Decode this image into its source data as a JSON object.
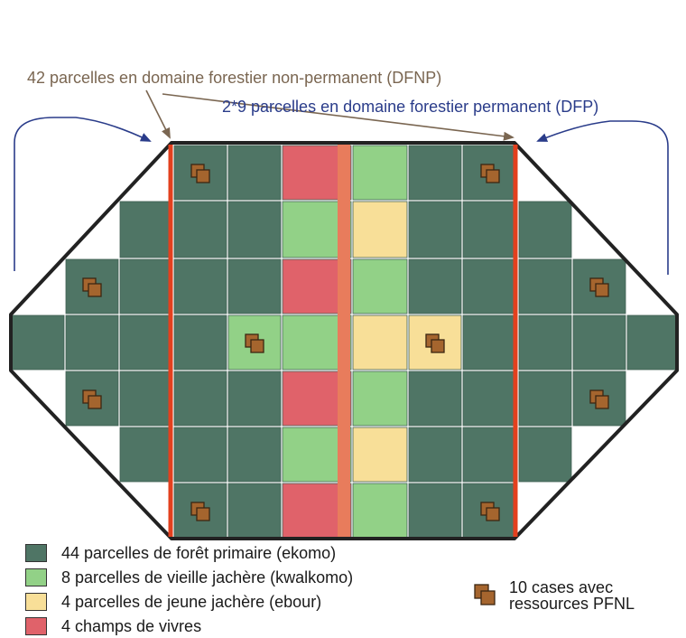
{
  "annotations": {
    "dfnp": "42 parcelles en domaine forestier non-permanent (DFNP)",
    "dfp": "2*9 parcelles en domaine forestier permanent (DFP)"
  },
  "legend": [
    {
      "label": "44 parcelles de forêt primaire (ekomo)",
      "key": "ekomo"
    },
    {
      "label": "8 parcelles de vieille jachère (kwalkomo)",
      "key": "kwalkomo"
    },
    {
      "label": "4 parcelles de jeune jachère (ebour)",
      "key": "ebour"
    },
    {
      "label": "4 champs de vivres",
      "key": "vivres"
    }
  ],
  "pfnl_legend": {
    "line1": "10 cases avec",
    "line2": "ressources PFNL"
  },
  "colors": {
    "ekomo": "#4f7565",
    "kwalkomo": "#92d187",
    "ebour": "#f8df98",
    "vivres": "#e0626a",
    "separator": "#e87c5c",
    "dfp_border": "#e3401e",
    "annotation_dfnp": "#7a6651",
    "annotation_dfp": "#2a3c8a",
    "pfnl_fill": "#a5652e",
    "outline": "#222222"
  },
  "grid": {
    "rows": [
      [
        "-",
        "-",
        "-",
        "E",
        "E",
        "V",
        "K",
        "E",
        "E",
        "-",
        "-",
        "-"
      ],
      [
        "-",
        "-",
        "E",
        "E",
        "E",
        "K",
        "B",
        "E",
        "E",
        "E",
        "-",
        "-"
      ],
      [
        "-",
        "E",
        "E",
        "E",
        "E",
        "V",
        "K",
        "E",
        "E",
        "E",
        "E",
        "-"
      ],
      [
        "E",
        "E",
        "E",
        "E",
        "K",
        "K",
        "B",
        "B",
        "E",
        "E",
        "E",
        "E"
      ],
      [
        "-",
        "E",
        "E",
        "E",
        "E",
        "V",
        "K",
        "E",
        "E",
        "E",
        "E",
        "-"
      ],
      [
        "-",
        "-",
        "E",
        "E",
        "E",
        "K",
        "B",
        "E",
        "E",
        "E",
        "-",
        "-"
      ],
      [
        "-",
        "-",
        "-",
        "E",
        "E",
        "V",
        "K",
        "E",
        "E",
        "-",
        "-",
        "-"
      ]
    ],
    "pfnl": [
      [
        0,
        3
      ],
      [
        0,
        8
      ],
      [
        2,
        1
      ],
      [
        2,
        10
      ],
      [
        3,
        4
      ],
      [
        3,
        7
      ],
      [
        4,
        1
      ],
      [
        4,
        10
      ],
      [
        6,
        3
      ],
      [
        6,
        8
      ]
    ]
  }
}
